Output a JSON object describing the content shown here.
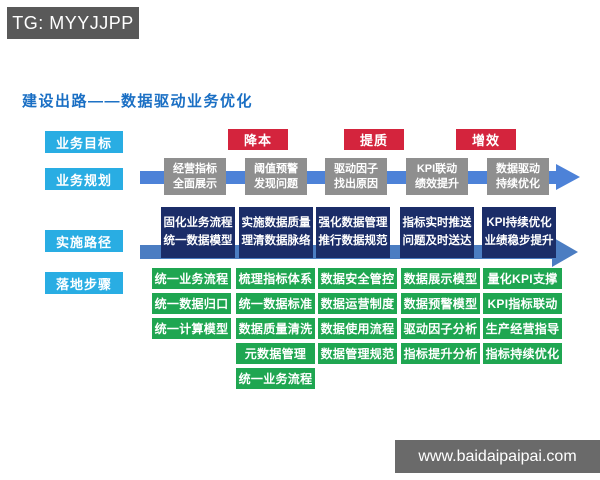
{
  "colors": {
    "cyan": "#29ade3",
    "red": "#d4243d",
    "gray-box": "#8f8f8f",
    "arrow-blue": "#4d82d8",
    "navy": "#1b2d68",
    "arrow-steel": "#4b7dc2",
    "green": "#1fa651",
    "title-blue": "#1a6fc4",
    "header-bg": "#595959",
    "footer-bg": "#6a6a6a"
  },
  "header": {
    "badge": "TG: MYYJJPP"
  },
  "footer": {
    "url": "www.baidaipaipai.com"
  },
  "slide": {
    "title": "建设出路——数据驱动业务优化",
    "row_labels": [
      "业务目标",
      "业务规划",
      "实施路径",
      "落地步骤"
    ],
    "goals": [
      "降本",
      "提质",
      "增效"
    ],
    "planning_boxes": [
      [
        "经营指标",
        "全面展示"
      ],
      [
        "阈值预警",
        "发现问题"
      ],
      [
        "驱动因子",
        "找出原因"
      ],
      [
        "KPI联动",
        "绩效提升"
      ],
      [
        "数据驱动",
        "持续优化"
      ]
    ],
    "path_boxes": [
      [
        "固化业务流程",
        "统一数据模型"
      ],
      [
        "实施数据质量",
        "理清数据脉络"
      ],
      [
        "强化数据管理",
        "推行数据规范"
      ],
      [
        "指标实时推送",
        "问题及时送达"
      ],
      [
        "KPI持续优化",
        "业绩稳步提升"
      ]
    ],
    "step_columns": [
      [
        "统一业务流程",
        "统一数据归口",
        "统一计算模型"
      ],
      [
        "梳理指标体系",
        "统一数据标准",
        "数据质量清洗",
        "元数据管理",
        "统一业务流程"
      ],
      [
        "数据安全管控",
        "数据运营制度",
        "数据使用流程",
        "数据管理规范"
      ],
      [
        "数据展示模型",
        "数据预警模型",
        "驱动因子分析",
        "指标提升分析"
      ],
      [
        "量化KPI支撑",
        "KPI指标联动",
        "生产经营指导",
        "指标持续优化"
      ]
    ]
  }
}
